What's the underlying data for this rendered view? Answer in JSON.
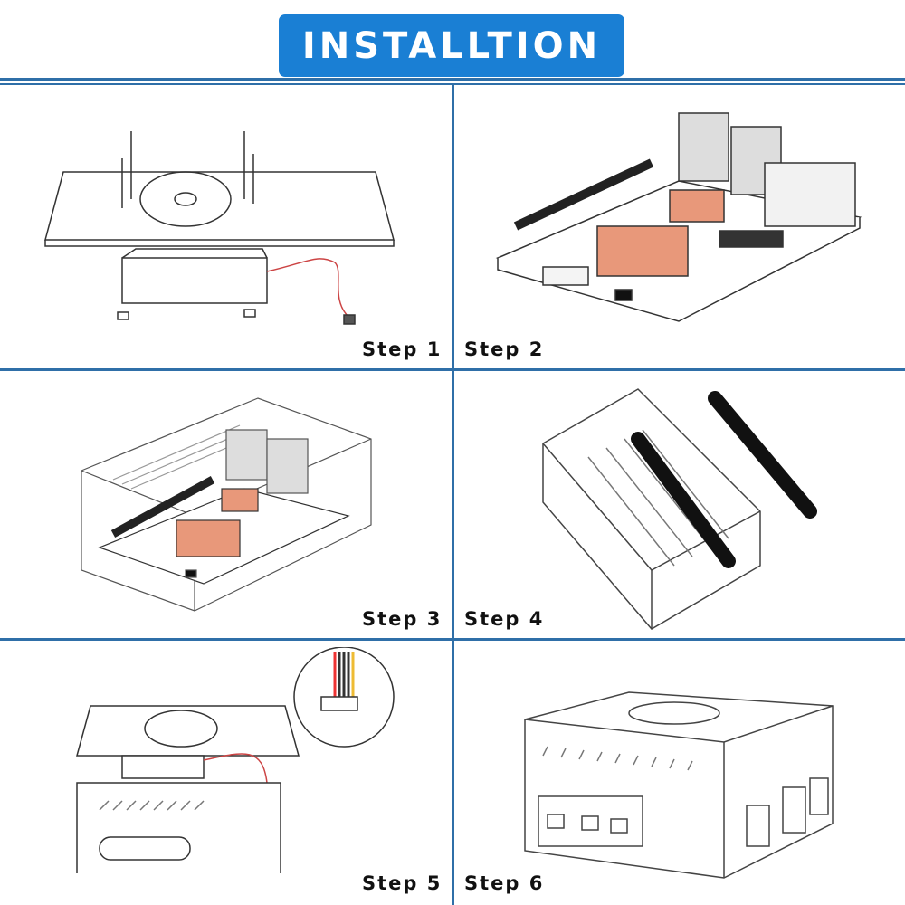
{
  "header": {
    "title": "INSTALLTION"
  },
  "colors": {
    "banner": "#1a7fd4",
    "divider": "#2f6fa8",
    "copper": "#e8987a"
  },
  "steps": [
    {
      "label": "Step 1",
      "icon": "fan-plate-assembly-icon"
    },
    {
      "label": "Step 2",
      "icon": "board-heatsink-icon"
    },
    {
      "label": "Step 3",
      "icon": "board-in-case-icon"
    },
    {
      "label": "Step 4",
      "icon": "case-foam-strips-icon"
    },
    {
      "label": "Step 5",
      "icon": "fan-connector-icon"
    },
    {
      "label": "Step 6",
      "icon": "assembled-case-icon"
    }
  ]
}
